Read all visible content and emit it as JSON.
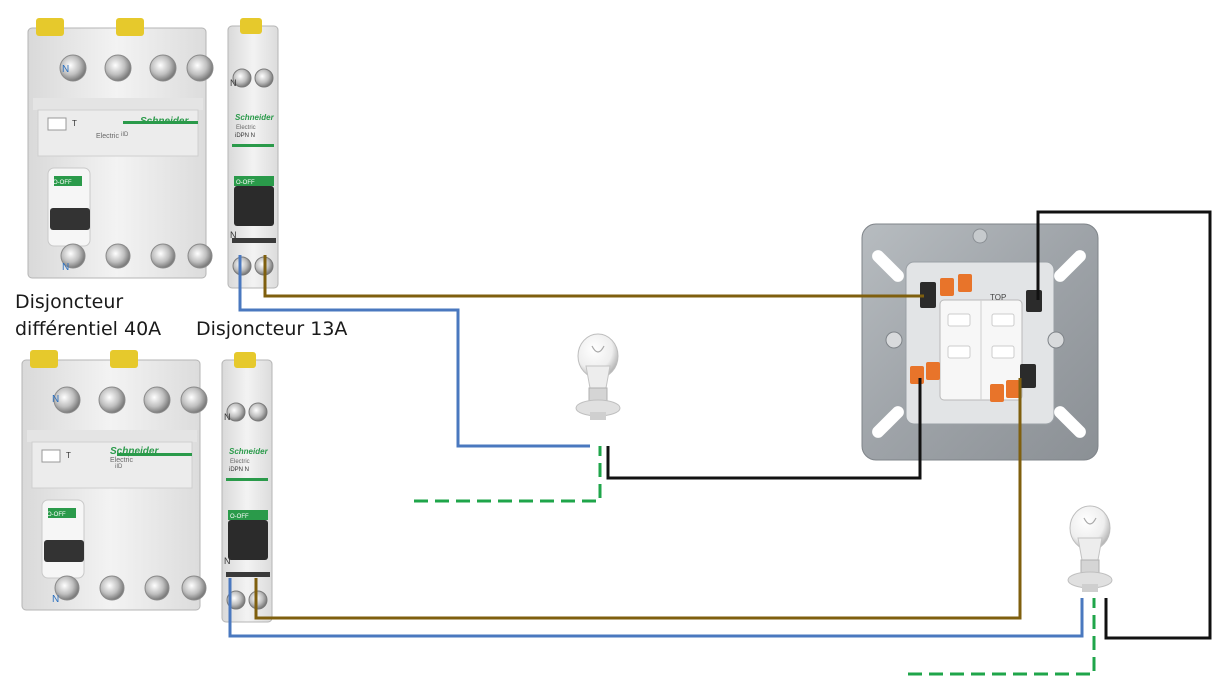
{
  "labels": {
    "rcd_line1": "Disjoncteur",
    "rcd_line2": "différentiel 40A",
    "breaker": "Disjoncteur 13A"
  },
  "device_text": {
    "brand": "Schneider",
    "brand_sub": "Electric",
    "model": "iDPN N",
    "rcd_model": "iID",
    "neutral": "N",
    "test_button": "T",
    "lever_status": "O-OFF",
    "switch_marking": "TOP"
  },
  "colors": {
    "neutral_wire": "#4a78bf",
    "phase_wire": "#7f5f0e",
    "return_wire": "#111111",
    "earth_wire": "#1fa54a",
    "brand_green": "#2a9a4a"
  }
}
